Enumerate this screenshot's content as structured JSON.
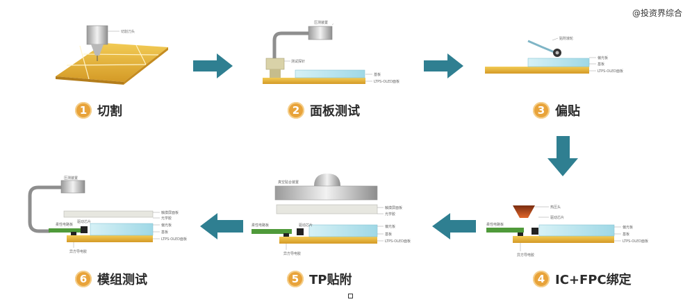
{
  "watermark": "@投资界综合",
  "steps": [
    {
      "num": "1",
      "label": "切割"
    },
    {
      "num": "2",
      "label": "面板测试"
    },
    {
      "num": "3",
      "label": "偏贴"
    },
    {
      "num": "4",
      "label": "IC+FPC绑定"
    },
    {
      "num": "5",
      "label": "TP贴附"
    },
    {
      "num": "6",
      "label": "模组测试"
    }
  ],
  "annotations": {
    "cutter": "切割刀头",
    "tester": "压测装置",
    "probe": "测试探针",
    "glass": "基板",
    "ltps": "LTPS-OLED面板",
    "roller": "贴附滚轮",
    "polarizer": "偏光板",
    "substrate": "基板",
    "ltps3": "LTPS-OLED面板",
    "head4": "热压头",
    "fpc4": "柔性电路板",
    "ic4": "驱动芯片",
    "pol4": "偏光板",
    "sub4": "基板",
    "ltps4": "LTPS-OLED面板",
    "acf4": "异方导电胶",
    "press5": "真空贴合装置",
    "tp5": "触摸屏面板",
    "oca5": "光学胶",
    "fpc5": "柔性电路板",
    "ic5": "驱动芯片",
    "pol5": "偏光板",
    "sub5": "基板",
    "ltps5": "LTPS-OLED面板",
    "acf5": "异方导电胶",
    "tester6": "压测装置",
    "fpc6": "柔性电路板",
    "ic6": "驱动芯片",
    "tp6": "触摸屏面板",
    "oca6": "光学胶",
    "pol6": "偏光板",
    "sub6": "基板",
    "ltps6": "LTPS-OLED面板",
    "acf6": "异方导电胶"
  },
  "colors": {
    "arrow": "#2f7f91",
    "badge": "#e8a33a",
    "gold": "#e3b23a",
    "glass": "#bfe6ef",
    "pcb": "#4f9a3a"
  }
}
